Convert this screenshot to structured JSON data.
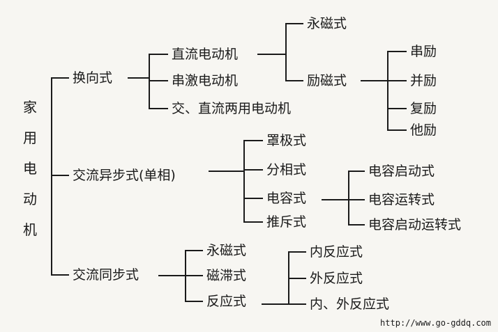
{
  "root": "家用电动机",
  "branches": {
    "commutator": {
      "label": "换向式",
      "children": {
        "dc": "直流电动机",
        "series": "串激电动机",
        "universal": "交、直流两用电动机"
      },
      "dc_types": {
        "pm": "永磁式",
        "wound": "励磁式"
      },
      "excitation": [
        "串励",
        "并励",
        "复励",
        "他励"
      ]
    },
    "async": {
      "label": "交流异步式(单相)",
      "children": {
        "shaded": "罩极式",
        "split": "分相式",
        "capacitor": "电容式",
        "repulsion": "推斥式"
      },
      "capacitor_types": [
        "电容启动式",
        "电容运转式",
        "电容启动运转式"
      ]
    },
    "sync": {
      "label": "交流同步式",
      "children": {
        "pm": "永磁式",
        "hysteresis": "磁滞式",
        "reluctance": "反应式"
      },
      "reluctance_types": [
        "内反应式",
        "外反应式",
        "内、外反应式"
      ]
    }
  },
  "watermark": "http://www.go-gddq.com"
}
